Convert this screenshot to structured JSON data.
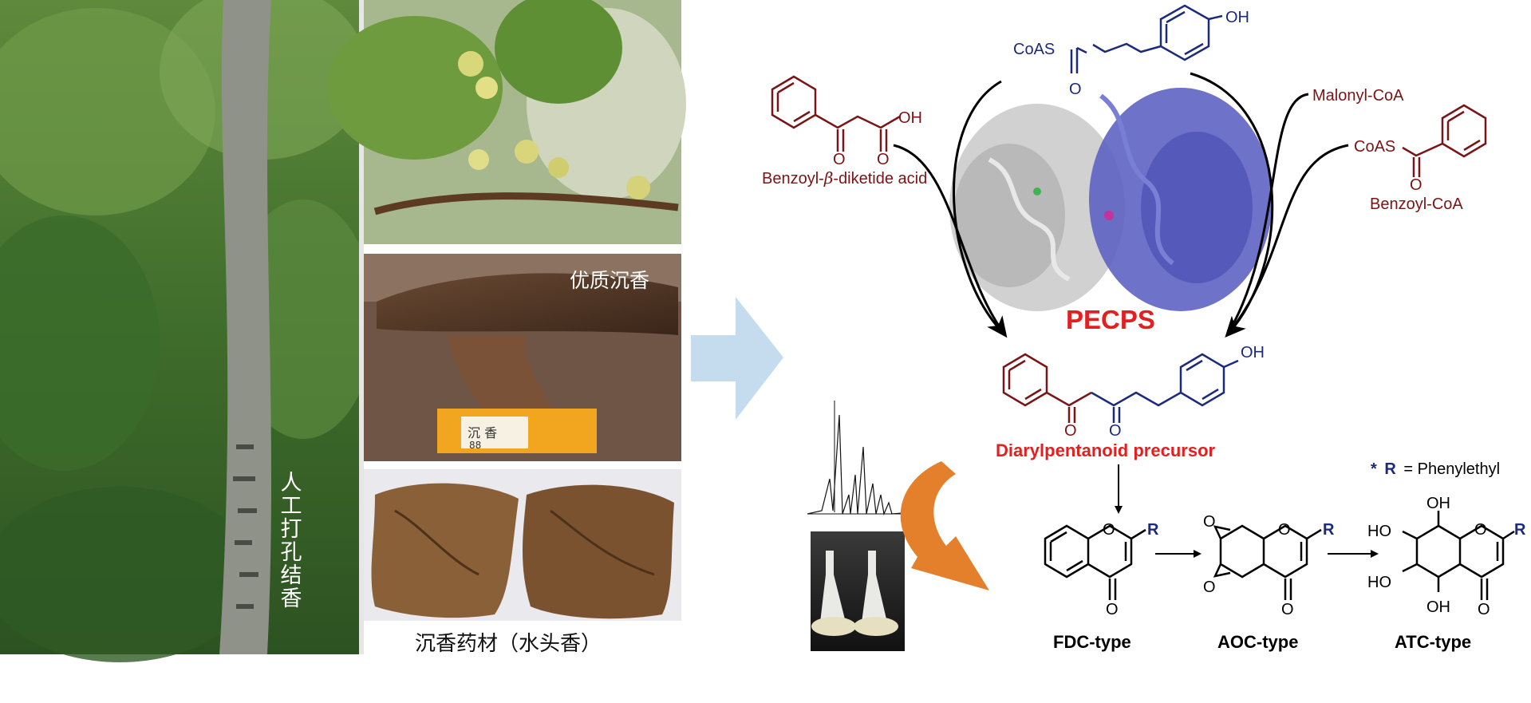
{
  "photos": {
    "tree_caption": "人工打孔结香",
    "wood_caption": "优质沉香",
    "wood_label": "沉 香",
    "wood_label_num": "88",
    "material_caption": "沉香药材（水头香）"
  },
  "molecules": {
    "precursor_substrate": "CoAS",
    "precursor_oh": "OH",
    "benzoyl_diketide_acid": {
      "oh": "OH",
      "o1": "O",
      "o2": "O",
      "label_prefix": "Benzoyl-",
      "label_beta": "β",
      "label_suffix": "-diketide acid"
    },
    "malonyl_coa": "Malonyl-CoA",
    "benzoyl_coa": {
      "coas": "CoAS",
      "o": "O",
      "label": "Benzoyl-CoA"
    },
    "substrate_o": "O",
    "enzyme": "PECPS",
    "product": {
      "oh": "OH",
      "o1": "O",
      "o2": "O",
      "label": "Diarylpentanoid precursor"
    },
    "r_note": {
      "star": "*",
      "r": "R",
      "text": "= Phenylethyl"
    }
  },
  "types": {
    "fdc": {
      "ring_o": "O",
      "keto_o": "O",
      "r": "R",
      "label": "FDC-type"
    },
    "aoc": {
      "ring_o": "O",
      "keto_o": "O",
      "epo1": "O",
      "epo2": "O",
      "r": "R",
      "label": "AOC-type"
    },
    "atc": {
      "ring_o": "O",
      "keto_o": "O",
      "ho1": "HO",
      "ho2": "HO",
      "oh1": "OH",
      "oh2": "OH",
      "r": "R",
      "label": "ATC-type"
    }
  },
  "colors": {
    "dark_red": "#7a1416",
    "navy": "#1c2a7a",
    "red": "#e41f1f",
    "blue_arrow": "#c5dbee",
    "orange": "#e4802c",
    "enzyme_blue": "#5a5fc0",
    "enzyme_grey": "#bdbdbd"
  }
}
